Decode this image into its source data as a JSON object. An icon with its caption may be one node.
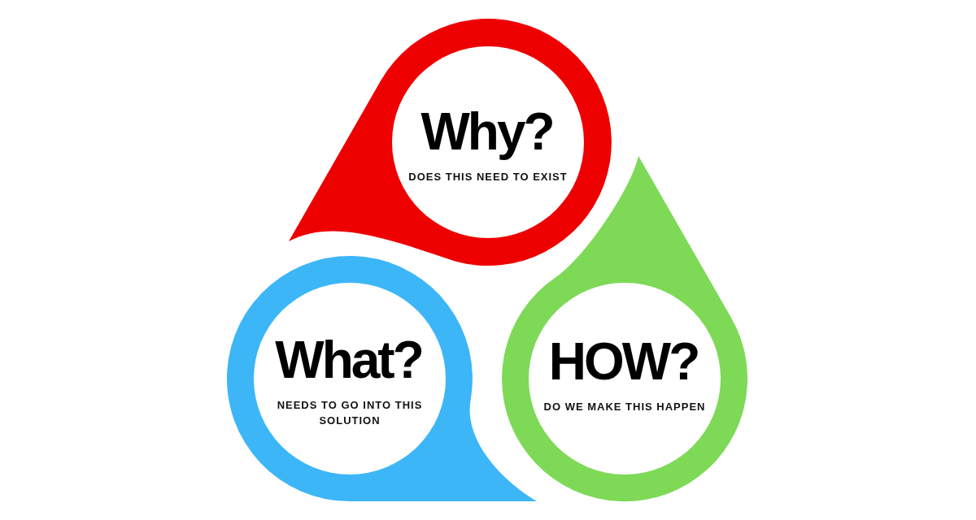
{
  "diagram": {
    "nodes": [
      {
        "text": [
          "Why?",
          "DOES THIS NEED TO EXIST"
        ]
      },
      {
        "text": [
          "What?",
          "NEEDS TO GO INTO THIS SOLUTION"
        ]
      },
      {
        "text": [
          "HOW?",
          "DO WE MAKE THIS HAPPEN"
        ]
      }
    ]
  }
}
